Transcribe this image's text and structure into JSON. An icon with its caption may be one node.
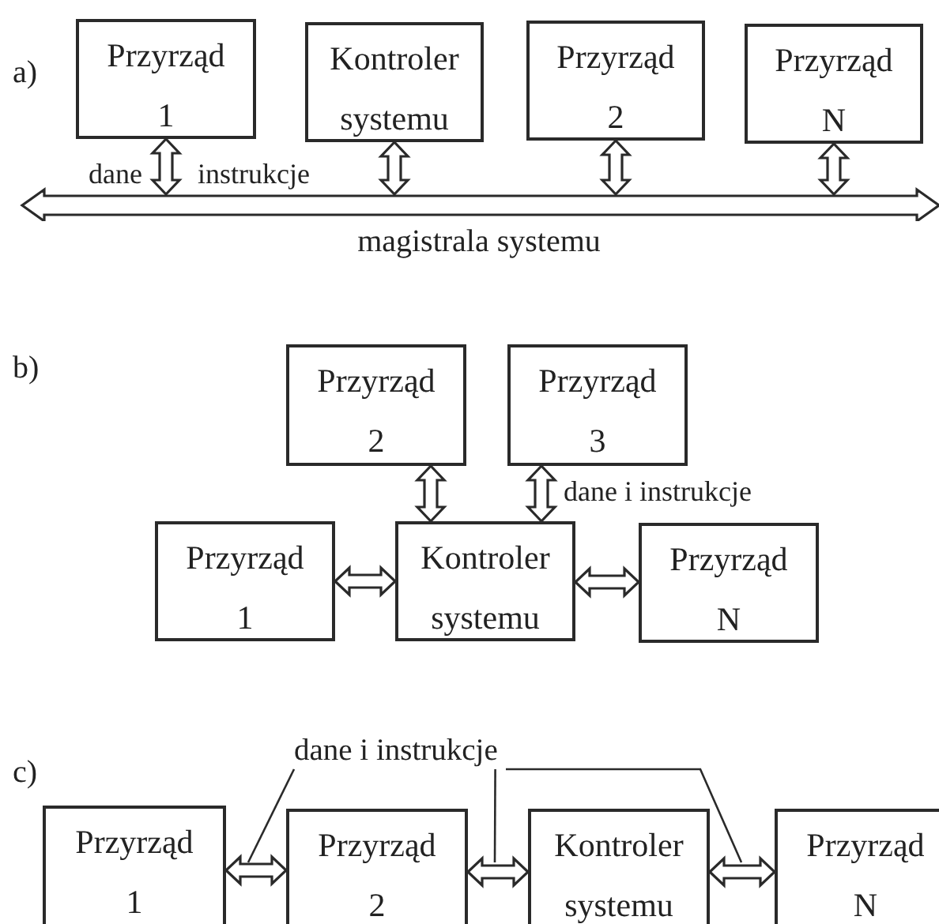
{
  "diagram": {
    "nodes": [
      {
        "text": [
          "Przyrząd 1"
        ]
      },
      {
        "text": [
          "Kontroler systemu"
        ]
      },
      {
        "text": [
          "Przyrząd 2"
        ]
      },
      {
        "text": [
          "Przyrząd N"
        ]
      },
      {
        "text": [
          "magistrala systemu"
        ]
      },
      {
        "text": [
          "Przyrząd 2"
        ]
      },
      {
        "text": [
          "Przyrząd 3"
        ]
      },
      {
        "text": [
          "Przyrząd 1"
        ]
      },
      {
        "text": [
          "Kontroler systemu"
        ]
      },
      {
        "text": [
          "Przyrząd N"
        ]
      },
      {
        "text": [
          "Przyrząd 1"
        ]
      },
      {
        "text": [
          "Przyrząd 2"
        ]
      },
      {
        "text": [
          "Kontroler systemu"
        ]
      },
      {
        "text": [
          "Przyrząd N"
        ]
      },
      {
        "text": [
          "dane i instrukcje"
        ]
      }
    ],
    "edges": [
      {
        "from": 0,
        "to": 4,
        "arrow": "both"
      },
      {
        "from": 1,
        "to": 4,
        "arrow": "both"
      },
      {
        "from": 2,
        "to": 4,
        "arrow": "both"
      },
      {
        "from": 3,
        "to": 4,
        "arrow": "both"
      },
      {
        "from": 5,
        "to": 8,
        "arrow": "both"
      },
      {
        "from": 6,
        "to": 8,
        "arrow": "both",
        "label": "dane i instrukcje"
      },
      {
        "from": 7,
        "to": 8,
        "arrow": "both"
      },
      {
        "from": 8,
        "to": 9,
        "arrow": "both"
      },
      {
        "from": 10,
        "to": 11,
        "arrow": "both"
      },
      {
        "from": 11,
        "to": 12,
        "arrow": "both"
      },
      {
        "from": 12,
        "to": 13,
        "arrow": "both"
      },
      {
        "from": 14,
        "to": null,
        "arrow": "none"
      },
      {
        "from": 14,
        "to": null,
        "arrow": "none"
      },
      {
        "from": 14,
        "to": null,
        "arrow": "none"
      }
    ],
    "labels": [
      "a)",
      "dane",
      "instrukcje",
      "b)",
      "c)"
    ]
  }
}
